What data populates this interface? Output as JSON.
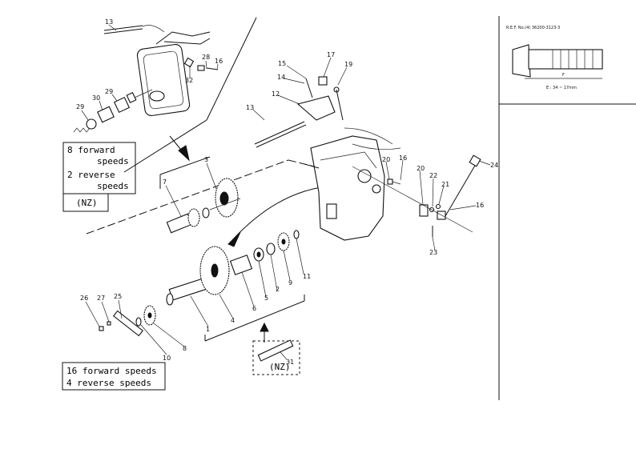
{
  "ref_note": "R.E.F. No.(4) 36200-3123-3",
  "bolt_dim": "E : 34 ~ 17mm",
  "box_top": {
    "line1": "8 forward",
    "line2": "speeds",
    "line3": "2 reverse",
    "line4": "speeds",
    "tag": "(NZ)"
  },
  "box_bottom": {
    "line1": "16 forward speeds",
    "line2": "4 reverse speeds"
  },
  "nz_tag": "(NZ)",
  "callouts": {
    "c1": "1",
    "c2": "2",
    "c3": "3",
    "c4": "4",
    "c5": "5",
    "c6": "6",
    "c7": "7",
    "c8": "8",
    "c9": "9",
    "c10": "10",
    "c11": "11",
    "c12": "12",
    "c13a": "13",
    "c13b": "13",
    "c14": "14",
    "c15": "15",
    "c16a": "16",
    "c16b": "16",
    "c16c": "16",
    "c17": "17",
    "c19": "19",
    "c20a": "20",
    "c20b": "20",
    "c21": "21",
    "c22": "22",
    "c23": "23",
    "c24": "24",
    "c25": "25",
    "c26": "26",
    "c27": "27",
    "c28": "28",
    "c29a": "29",
    "c29b": "29",
    "c30": "30",
    "c31": "31",
    "c32": "32"
  }
}
